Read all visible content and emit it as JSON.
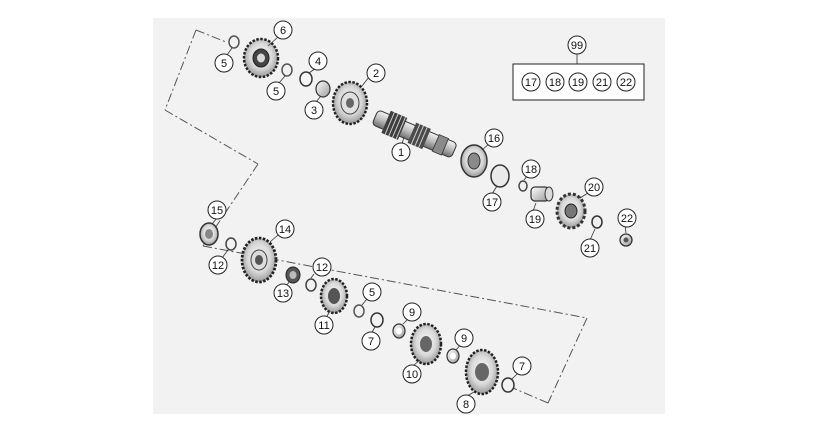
{
  "diagram": {
    "callouts": {
      "p1": "1",
      "p2": "2",
      "p3": "3",
      "p4": "4",
      "p5a": "5",
      "p5b": "5",
      "p5c": "5",
      "p6": "6",
      "p7a": "7",
      "p7b": "7",
      "p8": "8",
      "p9a": "9",
      "p9b": "9",
      "p10": "10",
      "p11": "11",
      "p12a": "12",
      "p12b": "12",
      "p13": "13",
      "p14": "14",
      "p15": "15",
      "p16": "16",
      "p17": "17",
      "p18": "18",
      "p19": "19",
      "p20": "20",
      "p21": "21",
      "p22": "22"
    },
    "kit": {
      "number": "99",
      "items": [
        "17",
        "18",
        "19",
        "21",
        "22"
      ]
    }
  }
}
